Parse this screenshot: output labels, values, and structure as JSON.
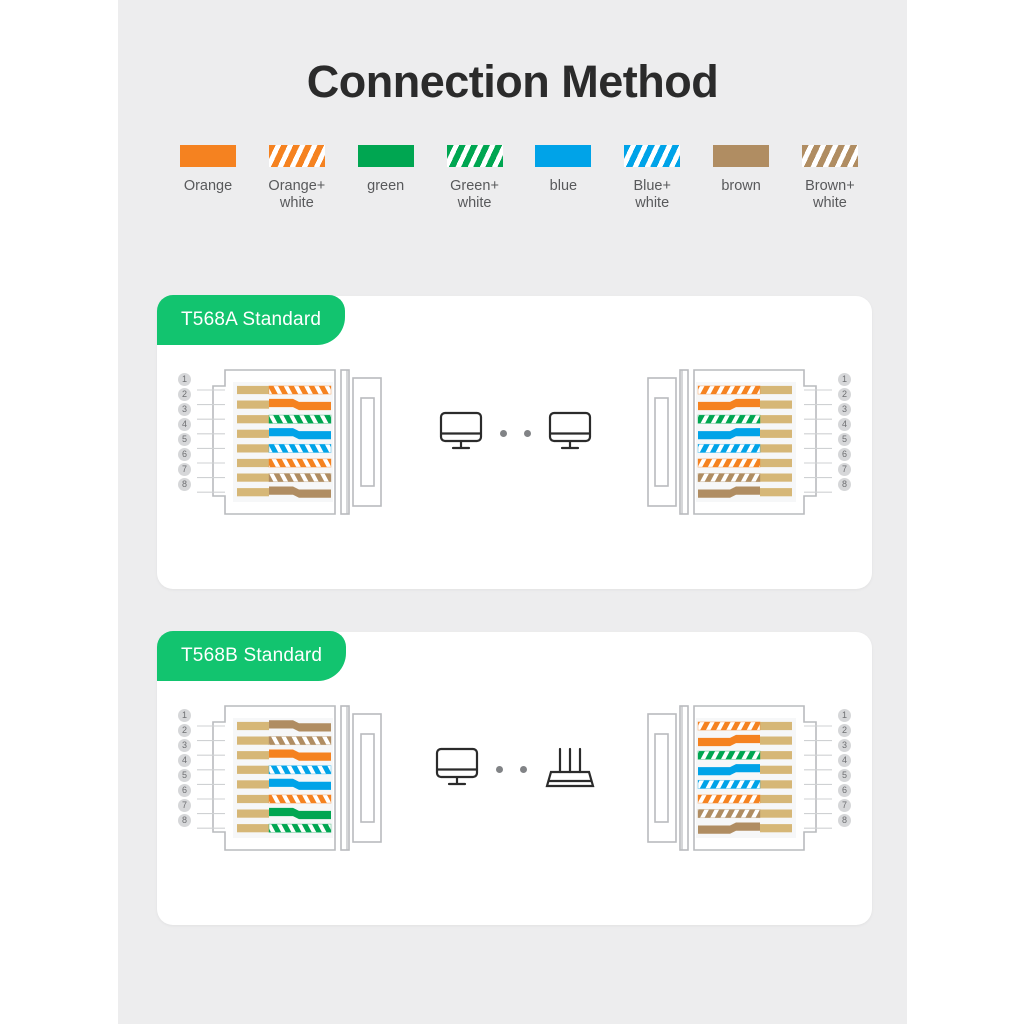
{
  "page": {
    "title": "Connection Method",
    "background_color": "#ededee",
    "canvas_color": "#ffffff"
  },
  "colors": {
    "orange": "#f58220",
    "green": "#00a651",
    "blue": "#00a3e8",
    "brown": "#b08d62",
    "gold_pin": "#d6b777",
    "accent_green": "#12c46f",
    "text_dark": "#2b2b2b",
    "text_gray": "#58595b",
    "pin_circle": "#d6d7d9"
  },
  "legend": {
    "items": [
      {
        "label": "Orange",
        "color_key": "orange",
        "striped": false,
        "icon": "color-swatch-orange"
      },
      {
        "label": "Orange+\nwhite",
        "color_key": "orange",
        "striped": true,
        "icon": "color-swatch-orange-white"
      },
      {
        "label": "green",
        "color_key": "green",
        "striped": false,
        "icon": "color-swatch-green"
      },
      {
        "label": "Green+\nwhite",
        "color_key": "green",
        "striped": true,
        "icon": "color-swatch-green-white"
      },
      {
        "label": "blue",
        "color_key": "blue",
        "striped": false,
        "icon": "color-swatch-blue"
      },
      {
        "label": "Blue+\nwhite",
        "color_key": "blue",
        "striped": true,
        "icon": "color-swatch-blue-white"
      },
      {
        "label": "brown",
        "color_key": "brown",
        "striped": false,
        "icon": "color-swatch-brown"
      },
      {
        "label": "Brown+\nwhite",
        "color_key": "brown",
        "striped": true,
        "icon": "color-swatch-brown-white"
      }
    ]
  },
  "panels": [
    {
      "id": "t568a",
      "tag_label": "T568A Standard",
      "pin_numbers": [
        "1",
        "2",
        "3",
        "4",
        "5",
        "6",
        "7",
        "8"
      ],
      "left_connector": {
        "wires": [
          {
            "pin": "1",
            "color_key": "orange",
            "striped": true
          },
          {
            "pin": "2",
            "color_key": "orange",
            "striped": false
          },
          {
            "pin": "3",
            "color_key": "green",
            "striped": true
          },
          {
            "pin": "4",
            "color_key": "blue",
            "striped": false
          },
          {
            "pin": "5",
            "color_key": "blue",
            "striped": true
          },
          {
            "pin": "6",
            "color_key": "orange",
            "striped": true
          },
          {
            "pin": "7",
            "color_key": "brown",
            "striped": true
          },
          {
            "pin": "8",
            "color_key": "brown",
            "striped": false
          }
        ]
      },
      "right_connector": {
        "wires": [
          {
            "pin": "1",
            "color_key": "orange",
            "striped": true
          },
          {
            "pin": "2",
            "color_key": "orange",
            "striped": false
          },
          {
            "pin": "3",
            "color_key": "green",
            "striped": true
          },
          {
            "pin": "4",
            "color_key": "blue",
            "striped": false
          },
          {
            "pin": "5",
            "color_key": "blue",
            "striped": true
          },
          {
            "pin": "6",
            "color_key": "orange",
            "striped": true
          },
          {
            "pin": "7",
            "color_key": "brown",
            "striped": true
          },
          {
            "pin": "8",
            "color_key": "brown",
            "striped": false
          }
        ]
      },
      "devices": {
        "left_icon": "monitor-icon",
        "right_icon": "monitor-icon",
        "dots": 2
      }
    },
    {
      "id": "t568b",
      "tag_label": "T568B Standard",
      "pin_numbers": [
        "1",
        "2",
        "3",
        "4",
        "5",
        "6",
        "7",
        "8"
      ],
      "left_connector": {
        "wires": [
          {
            "pin": "1",
            "color_key": "brown",
            "striped": false
          },
          {
            "pin": "2",
            "color_key": "brown",
            "striped": true
          },
          {
            "pin": "3",
            "color_key": "orange",
            "striped": false
          },
          {
            "pin": "4",
            "color_key": "blue",
            "striped": true
          },
          {
            "pin": "5",
            "color_key": "blue",
            "striped": false
          },
          {
            "pin": "6",
            "color_key": "orange",
            "striped": true
          },
          {
            "pin": "7",
            "color_key": "green",
            "striped": false
          },
          {
            "pin": "8",
            "color_key": "green",
            "striped": true
          }
        ]
      },
      "right_connector": {
        "wires": [
          {
            "pin": "1",
            "color_key": "orange",
            "striped": true
          },
          {
            "pin": "2",
            "color_key": "orange",
            "striped": false
          },
          {
            "pin": "3",
            "color_key": "green",
            "striped": true
          },
          {
            "pin": "4",
            "color_key": "blue",
            "striped": false
          },
          {
            "pin": "5",
            "color_key": "blue",
            "striped": true
          },
          {
            "pin": "6",
            "color_key": "orange",
            "striped": true
          },
          {
            "pin": "7",
            "color_key": "brown",
            "striped": true
          },
          {
            "pin": "8",
            "color_key": "brown",
            "striped": false
          }
        ]
      },
      "devices": {
        "left_icon": "monitor-icon",
        "right_icon": "router-icon",
        "dots": 2
      }
    }
  ]
}
